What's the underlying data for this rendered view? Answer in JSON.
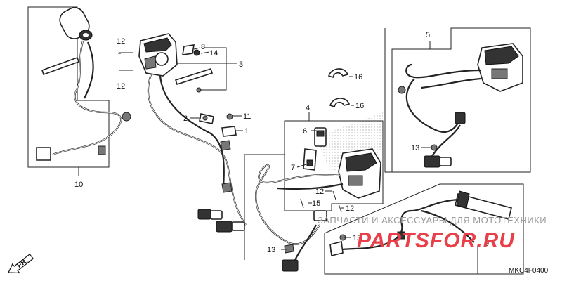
{
  "diagram": {
    "diagram_code": "MKC4F0400",
    "direction_label": "FR.",
    "watermark": {
      "line": "ЗАПЧАСТИ И АКСЕССУАРЫ ДЛЯ МОТОТЕХНИКИ",
      "brand": "PARTSFOR.RU"
    },
    "callouts": {
      "c1": "1",
      "c2": "2",
      "c3": "3",
      "c4": "4",
      "c5": "5",
      "c6": "6",
      "c7": "7",
      "c8": "8",
      "c9": "9",
      "c10": "10",
      "c11": "11",
      "c12a": "12",
      "c12b": "12",
      "c12c": "12",
      "c12d": "12",
      "c13a": "13",
      "c13b": "13",
      "c13c": "13",
      "c14": "14",
      "c15": "15",
      "c16a": "16",
      "c16b": "16"
    }
  }
}
